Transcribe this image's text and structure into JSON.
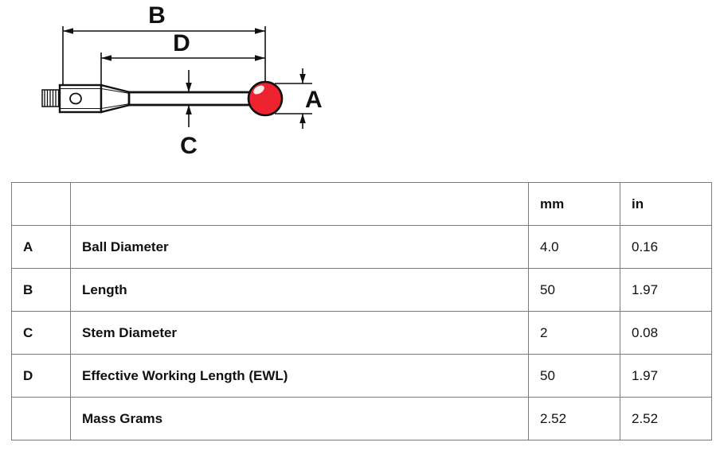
{
  "diagram": {
    "name": "touch-probe-stylus-dimension-drawing",
    "ball_color": "#ED2430",
    "ball_highlight_color": "#FFFFFF",
    "line_color": "#111111",
    "dimension_labels": {
      "a": "A",
      "b": "B",
      "c": "C",
      "d": "D"
    }
  },
  "table": {
    "columns": [
      "",
      "",
      "mm",
      "in"
    ],
    "headers": {
      "letter": "",
      "label": "",
      "mm": "mm",
      "in": "in"
    },
    "rows": [
      {
        "letter": "A",
        "label": "Ball Diameter",
        "mm": "4.0",
        "in": "0.16"
      },
      {
        "letter": "B",
        "label": "Length",
        "mm": "50",
        "in": "1.97"
      },
      {
        "letter": "C",
        "label": "Stem Diameter",
        "mm": "2",
        "in": "0.08"
      },
      {
        "letter": "D",
        "label": "Effective Working Length (EWL)",
        "mm": "50",
        "in": "1.97"
      },
      {
        "letter": "",
        "label": "Mass Grams",
        "mm": "2.52",
        "in": "2.52"
      }
    ]
  }
}
